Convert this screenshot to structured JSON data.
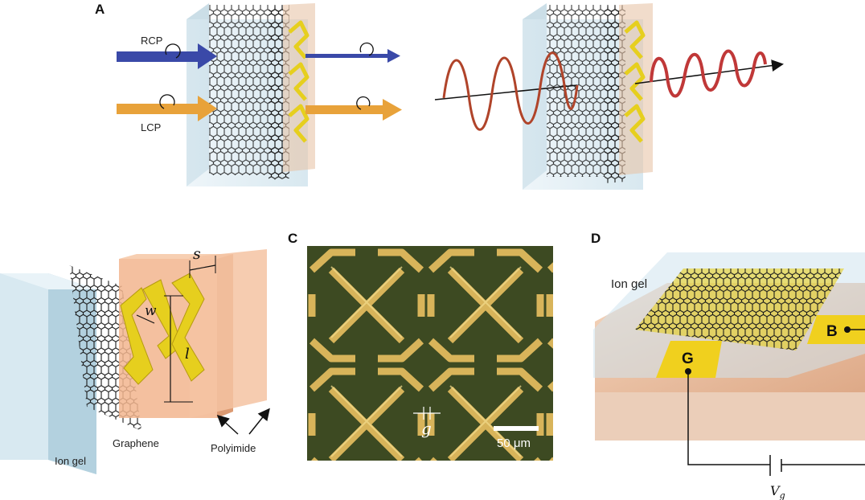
{
  "panels": {
    "a": "A",
    "c": "C",
    "d": "D"
  },
  "panel_a": {
    "rcp_label": "RCP",
    "lcp_label": "LCP"
  },
  "panel_b": {
    "s_label": "s",
    "w_label": "w",
    "l_label": "l",
    "graphene_label": "Graphene",
    "polyimide_label": "Polyimide",
    "ion_gel_label": "Ion gel"
  },
  "panel_c": {
    "gap_label": "g",
    "scale_bar_label": "50 μm"
  },
  "panel_d": {
    "ion_gel_label": "Ion gel",
    "gate_label": "G",
    "bottom_label": "B",
    "voltage_label": "V",
    "voltage_sub": "g"
  },
  "colors": {
    "rcp_arrow": "#3a49a8",
    "lcp_arrow": "#e8a23a",
    "gold": "#e6cf1e",
    "polyimide": "#f2b58e",
    "ion_gel": "#cfe4ef",
    "wave": "#b0442a"
  }
}
